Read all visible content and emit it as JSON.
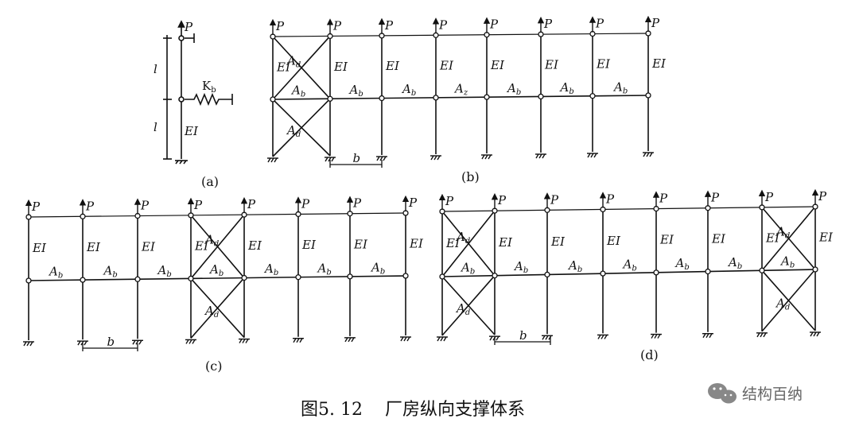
{
  "labels": {
    "P": "P",
    "EI": "EI",
    "Ab": "A",
    "Ab_sub": "b",
    "Ad": "A",
    "Ad_sub": "d",
    "Kb": "K",
    "Kb_sub": "b",
    "l": "l",
    "b": "b",
    "Az": "A",
    "Az_sub": "z"
  },
  "subfigures": {
    "a": "(a)",
    "b": "(b)",
    "c": "(c)",
    "d": "(d)"
  },
  "caption": "图5. 12    厂房纵向支撑体系",
  "watermark": {
    "text": "结构百纳",
    "icon": "wechat-icon"
  },
  "colors": {
    "ink": "#111111",
    "watermark": "#666666"
  }
}
